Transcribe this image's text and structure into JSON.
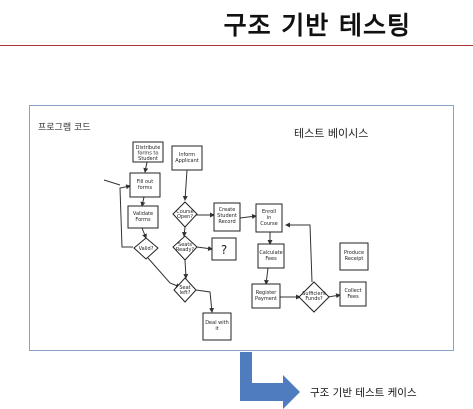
{
  "slide": {
    "title": "구조 기반 테스팅",
    "code_label": "프로그램 코드",
    "test_basis_label": "테스트 베이시스",
    "result_label": "구조 기반 테스트 케이스"
  },
  "flowchart": {
    "question_mark": "?",
    "nodes": [
      {
        "id": "n1",
        "text": [
          "Distribute",
          "forms to",
          "Student"
        ]
      },
      {
        "id": "n2",
        "text": [
          "Fill out",
          "forms"
        ]
      },
      {
        "id": "n3",
        "text": [
          "Validate",
          "Forms"
        ]
      },
      {
        "id": "n4",
        "text": [
          "Valid?"
        ]
      },
      {
        "id": "n5",
        "text": [
          "Inform",
          "Applicant"
        ]
      },
      {
        "id": "n6",
        "text": [
          "Course",
          "Open?"
        ]
      },
      {
        "id": "n7",
        "text": [
          "Create",
          "Student",
          "Record"
        ]
      },
      {
        "id": "n8",
        "text": [
          "Enroll",
          "in",
          "Course"
        ]
      },
      {
        "id": "n9",
        "text": [
          "Calculate",
          "Fees"
        ]
      },
      {
        "id": "n10",
        "text": [
          "Register",
          "Payment"
        ]
      },
      {
        "id": "n11",
        "text": [
          "Sufficient",
          "Funds?"
        ]
      },
      {
        "id": "n12",
        "text": [
          "Collect",
          "Fees"
        ]
      },
      {
        "id": "n13",
        "text": [
          "Produce",
          "Receipt"
        ]
      },
      {
        "id": "n14",
        "text": [
          "Seats",
          "Ready?"
        ]
      },
      {
        "id": "n15",
        "text": [
          "Seat",
          "left?"
        ]
      },
      {
        "id": "n16",
        "text": [
          "Deal with",
          "it"
        ]
      }
    ]
  },
  "colors": {
    "arrow": "#4f7bbf",
    "frame": "#8aa2c8",
    "rule": "#aa3333"
  }
}
